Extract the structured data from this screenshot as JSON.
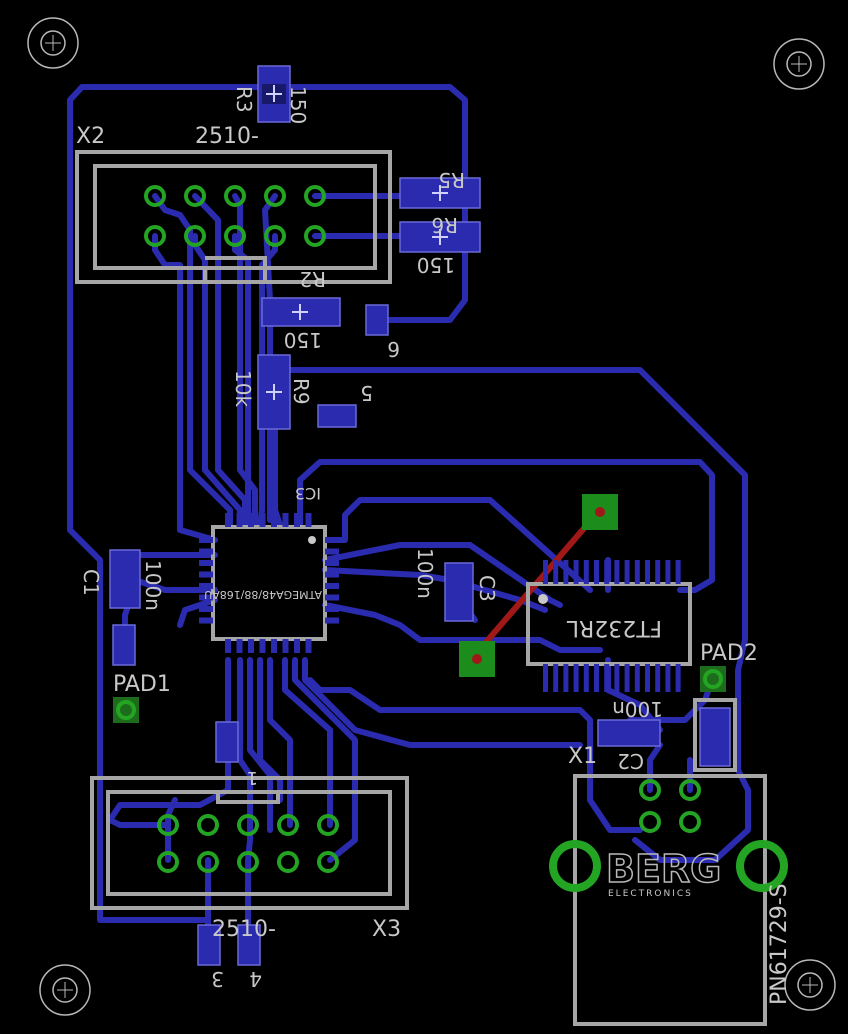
{
  "labels": {
    "x2": "X2",
    "x3": "X3",
    "x2_type": "2510-",
    "x3_type": "2510-",
    "r3": "R3",
    "r3_val": "150",
    "r5": "R5",
    "r6": "R6",
    "r6_val": "150",
    "r2": "R2",
    "r2_val": "150",
    "r9": "R9",
    "r9_val": "10k",
    "num_6": "6",
    "num_5": "5",
    "num_3": "3",
    "num_4": "4",
    "num_1": "1",
    "ic3": "IC3",
    "mcu": "ATMEGA48/88/168AU",
    "ftdi": "FT232RL",
    "c1": "C1",
    "c1_val": "100n",
    "c3": "C3",
    "c3_val": "100n",
    "c2": "C2",
    "c2_val": "100n",
    "pad1": "PAD1",
    "pad2": "PAD2",
    "x1": "X1",
    "berg": "BERG",
    "berg_sub": "ELECTRONICS",
    "pn": "PN61729-S"
  },
  "colors": {
    "background": "#000000",
    "trace_bottom": "#2b2bb0",
    "trace_top": "#a01818",
    "silkscreen": "#a6a6a6",
    "through_hole": "#23a523"
  }
}
